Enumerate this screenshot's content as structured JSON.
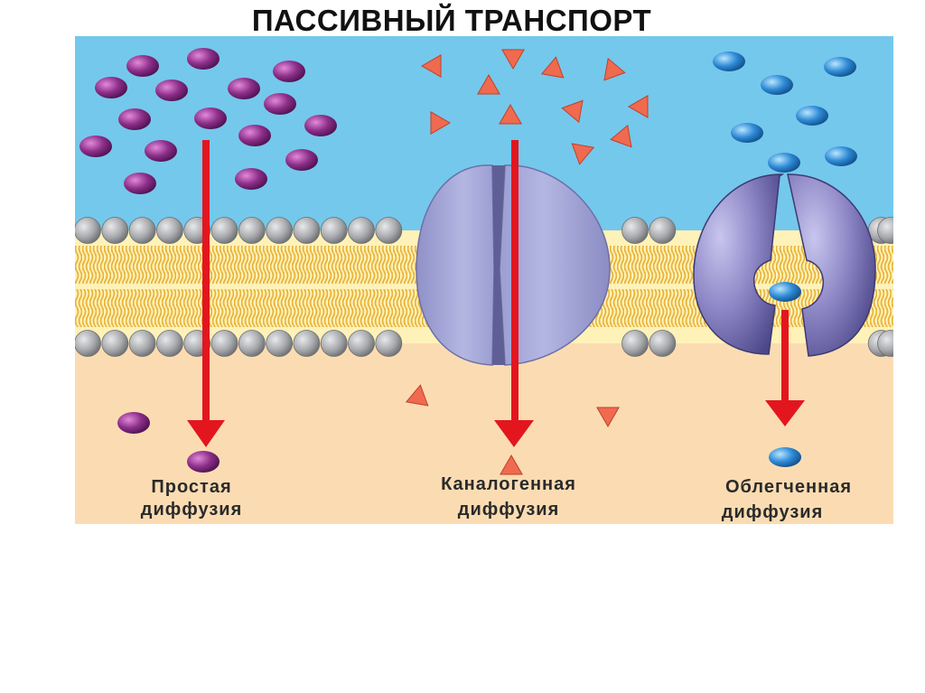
{
  "title": "ПАССИВНЫЙ ТРАНСПОРТ",
  "colors": {
    "outside": "#74c8ec",
    "inside": "#fbdcb2",
    "head": "#a7a9ac",
    "tail": "#e8b33c",
    "membrane_band": "#fff2b8",
    "arrow": "#e3161f",
    "purple_molecule": "#8d2f8a",
    "triangle": "#ef6a4f",
    "blue_molecule": "#2f8bd6",
    "channel_protein": "#a7a9d8",
    "carrier_protein": "#8e87c6"
  },
  "labels": {
    "simple_line1": "Простая",
    "simple_line2": "диффузия",
    "channel_line1": "Каналогенная",
    "channel_line2": "диффузия",
    "facilitated_line1": "Облегченная",
    "facilitated_line2": "диффузия"
  }
}
